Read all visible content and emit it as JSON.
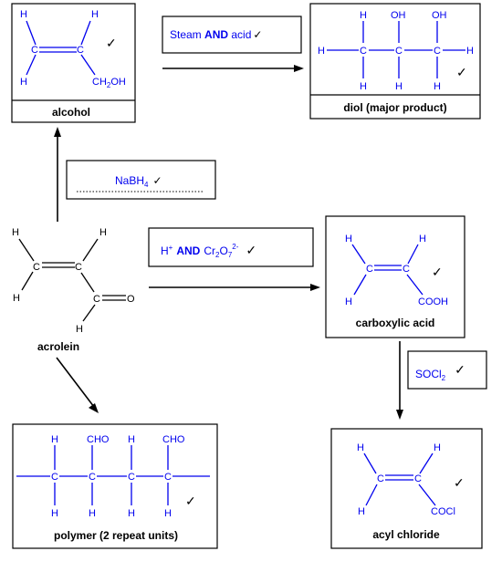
{
  "labels": {
    "alcohol": "alcohol",
    "diol": "diol (major product)",
    "acrolein": "acrolein",
    "carboxylic_acid": "carboxylic acid",
    "polymer": "polymer (2 repeat units)",
    "acyl_chloride": "acyl chloride"
  },
  "reagents": {
    "steam": "Steam",
    "and": "AND",
    "acid": "acid",
    "nabh": "NaBH",
    "nabh_sub": "4",
    "h": "H",
    "h_sup": "+",
    "and2": "AND",
    "cr": "Cr",
    "cr_sub": "2",
    "o": "O",
    "o_sub": "7",
    "o_sup": "2-",
    "soc": "SOCl",
    "soc_sub": "2"
  },
  "atoms": {
    "h": "H",
    "c": "C",
    "o": "O",
    "oh": "OH",
    "ch2oh": "CH",
    "ch2oh_sub": "2",
    "ch2oh_tail": "OH",
    "cooh": "COOH",
    "cocl": "COCl",
    "cho": "CHO"
  },
  "tick": "✓",
  "colors": {
    "structure": "#0000ee",
    "line": "#000000"
  }
}
